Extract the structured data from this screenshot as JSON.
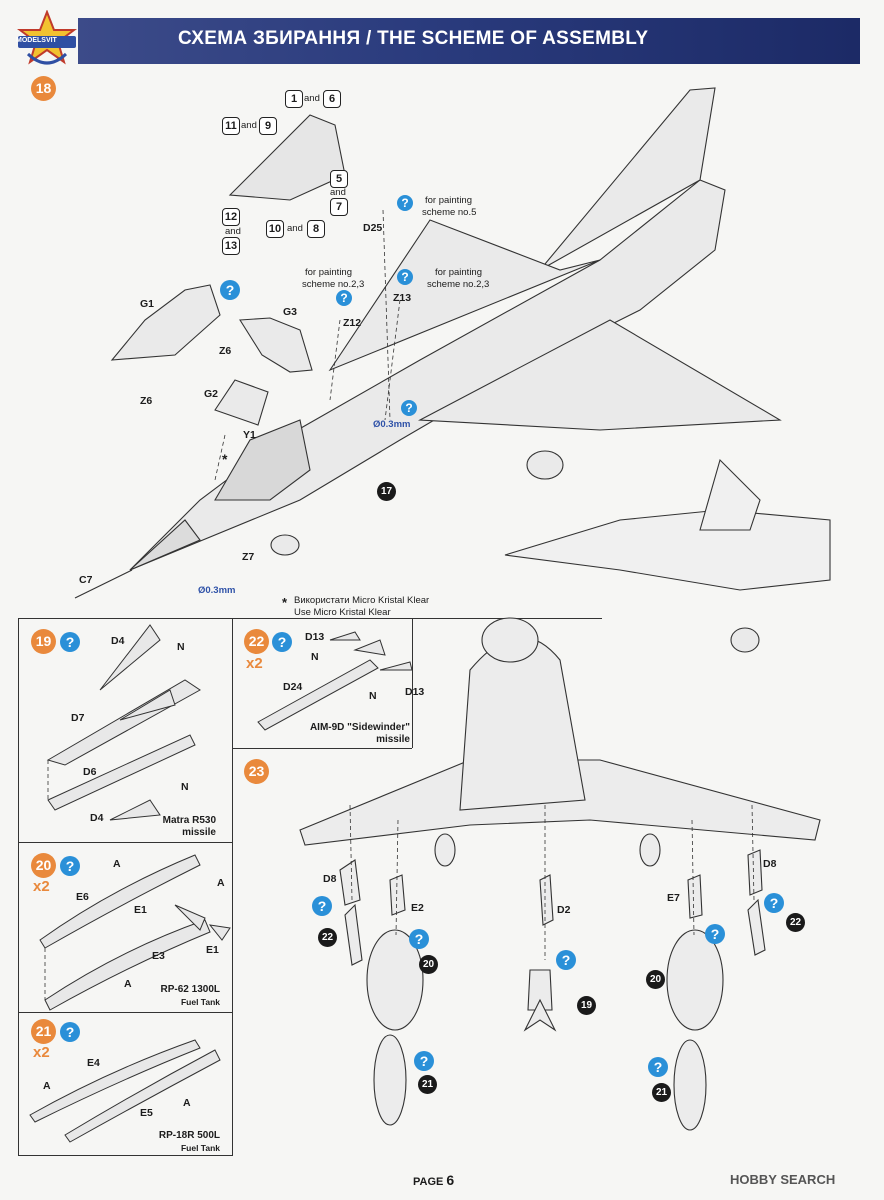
{
  "header": {
    "title": "СХЕМА ЗБИРАННЯ / THE SCHEME OF ASSEMBLY",
    "logo_text": "MODELSVIT"
  },
  "step18": {
    "number": "18",
    "canopy_parts": {
      "p1": "1",
      "and1": "and",
      "p6": "6",
      "p11": "11",
      "and2": "and",
      "p9": "9",
      "p5": "5",
      "and3": "and",
      "p7": "7",
      "p12": "12",
      "and4": "and",
      "p13": "13",
      "p10": "10",
      "and5": "and",
      "p8": "8"
    },
    "q": "?",
    "labels": {
      "g1": "G1",
      "g2": "G2",
      "g3": "G3",
      "z6a": "Z6",
      "z6b": "Z6",
      "d25": "D25",
      "z12": "Z12",
      "z13": "Z13",
      "y1": "Y1",
      "c7": "C7",
      "z7": "Z7",
      "star": "*"
    },
    "paint_notes": {
      "scheme5_a": "for painting",
      "scheme5_b": "scheme no.5",
      "scheme23_a_1": "for painting",
      "scheme23_a_2": "scheme no.2,3",
      "scheme23_b_1": "for painting",
      "scheme23_b_2": "scheme no.2,3"
    },
    "dim1": "Ø0.3mm",
    "dim2": "Ø0.3mm",
    "ref17": "17",
    "note_star": "*",
    "note_ua": "Використати Micro Kristal Klear",
    "note_en": "Use Micro Kristal Klear"
  },
  "step19": {
    "number": "19",
    "labels": {
      "d4a": "D4",
      "d4b": "D4",
      "d7": "D7",
      "d6": "D6",
      "n1": "N",
      "n2": "N"
    },
    "caption1": "Matra R530",
    "caption2": "missile"
  },
  "step22": {
    "number": "22",
    "multiplier": "x2",
    "labels": {
      "d13a": "D13",
      "d13b": "D13",
      "d24": "D24",
      "n1": "N",
      "n2": "N"
    },
    "caption1": "AIM-9D \"Sidewinder\"",
    "caption2": "missile"
  },
  "step20": {
    "number": "20",
    "multiplier": "x2",
    "labels": {
      "e6": "E6",
      "e1a": "E1",
      "e1b": "E1",
      "e3": "E3",
      "a1": "A",
      "a2": "A",
      "a3": "A"
    },
    "caption1": "RP-62 1300L",
    "caption2": "Fuel Tank"
  },
  "step21": {
    "number": "21",
    "multiplier": "x2",
    "labels": {
      "e4": "E4",
      "e5": "E5",
      "a1": "A",
      "a2": "A"
    },
    "caption1": "RP-18R 500L",
    "caption2": "Fuel Tank"
  },
  "step23": {
    "number": "23",
    "labels": {
      "d8a": "D8",
      "d8b": "D8",
      "e2": "E2",
      "d2": "D2",
      "e7": "E7"
    },
    "refs": {
      "r22a": "22",
      "r22b": "22",
      "r20a": "20",
      "r20b": "20",
      "r19": "19",
      "r21a": "21",
      "r21b": "21"
    }
  },
  "footer": {
    "page_label": "PAGE",
    "page_number": "6",
    "watermark": "HOBBY SEARCH"
  }
}
